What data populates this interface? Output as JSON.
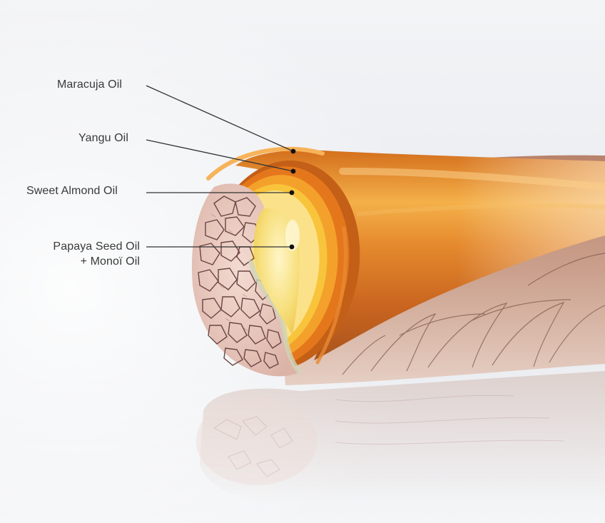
{
  "diagram": {
    "labels": {
      "maracuja": "Maracuja Oil",
      "yangu": "Yangu Oil",
      "sweet_almond": "Sweet Almond Oil",
      "papaya_line1": "Papaya Seed Oil",
      "papaya_line2": "+ Monoï Oil"
    }
  },
  "colors": {
    "background_top": "#f2f3f5",
    "background_bottom": "#dfe3e8",
    "outer_layer": "#d9771e",
    "middle_layer": "#f29b2b",
    "inner_layer": "#f7c53a",
    "core": "#f6df80",
    "cortex": "#e8c7bf",
    "cortex_cracks": "#6b4543",
    "leader_lines": "#333333"
  }
}
